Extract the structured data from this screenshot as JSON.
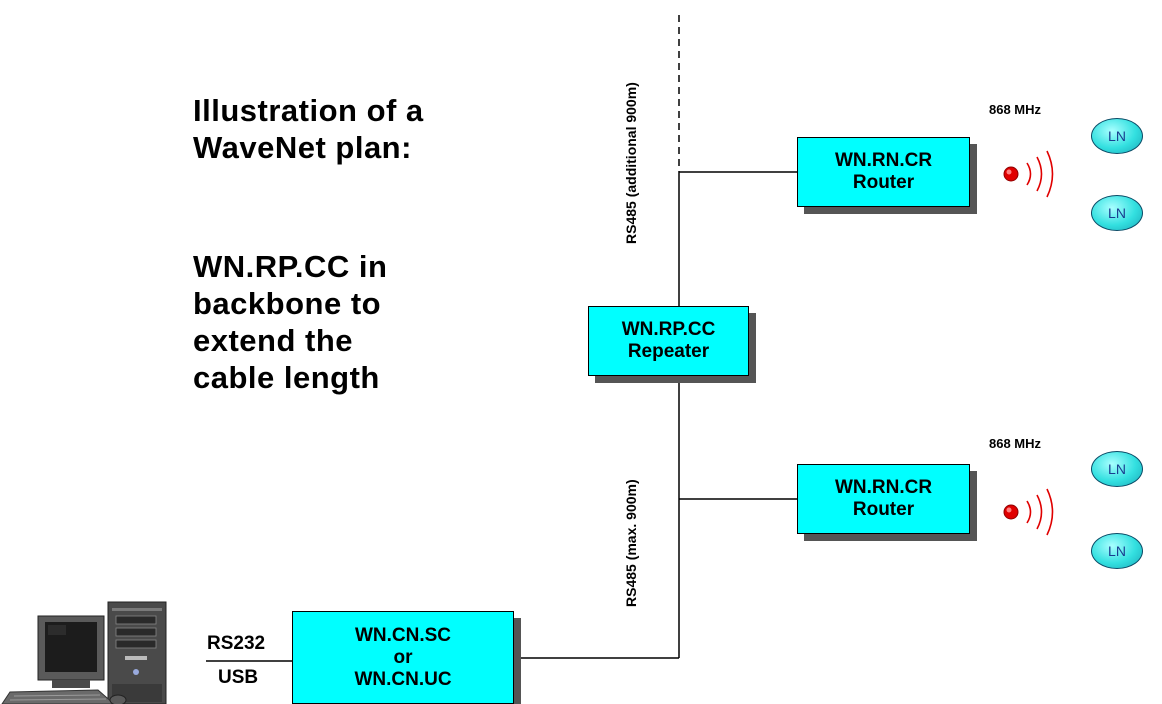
{
  "heading": {
    "lines": [
      "Illustration of a",
      "WaveNet plan:"
    ]
  },
  "subheading": {
    "lines": [
      "WN.RP.CC in",
      "backbone to",
      "extend the",
      "cable length"
    ]
  },
  "nodes": {
    "router_top": {
      "line1": "WN.RN.CR",
      "line2": "Router"
    },
    "repeater": {
      "line1": "WN.RP.CC",
      "line2": "Repeater"
    },
    "router_bottom": {
      "line1": "WN.RN.CR",
      "line2": "Router"
    },
    "controller": {
      "line1": "WN.CN.SC",
      "line2": "or",
      "line3": "WN.CN.UC"
    }
  },
  "frequencies": {
    "top": "868 MHz",
    "bottom": "868 MHz"
  },
  "bus_labels": {
    "top": "RS485 (additional 900m)",
    "bottom": "RS485 (max. 900m)"
  },
  "pc_link": {
    "upper": "RS232",
    "lower": "USB"
  },
  "leaf_nodes": [
    "LN",
    "LN",
    "LN",
    "LN"
  ],
  "colors": {
    "device_fill": "#00ffff",
    "device_shadow": "#555555",
    "radio_signal": "#e00000",
    "leaf_node": "#33e0e0"
  },
  "icons": {
    "computer": "desktop-computer-icon",
    "radio": "radio-wave-icon"
  }
}
